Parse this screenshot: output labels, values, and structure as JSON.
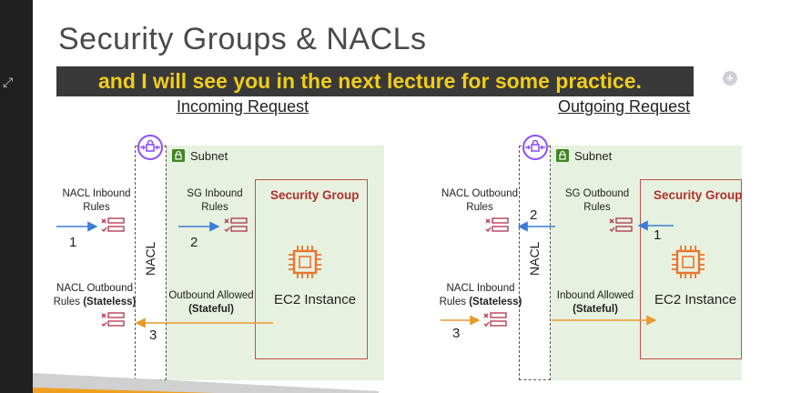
{
  "slide": {
    "title": "Security Groups & NACLs",
    "caption": "and I will see you in the next lecture for some practice."
  },
  "icons": {
    "expand": "expand-icon",
    "plus": "plus-circle-icon",
    "vpc": "vpc-icon",
    "subnet_lock": "lock-icon",
    "rules": "rules-icon",
    "ec2": "chip-icon"
  },
  "incoming": {
    "heading": "Incoming Request",
    "subnet_label": "Subnet",
    "nacl_label": "NACL",
    "sg_title": "Security Group",
    "ec2_label": "EC2 Instance",
    "nacl_inbound_label_1": "NACL Inbound",
    "nacl_inbound_label_2": "Rules",
    "sg_inbound_label_1": "SG Inbound",
    "sg_inbound_label_2": "Rules",
    "nacl_outbound_label_1": "NACL Outbound",
    "nacl_outbound_label_2": "Rules",
    "nacl_outbound_stateless": "(Stateless)",
    "outbound_allowed": "Outbound Allowed",
    "stateful": "(Stateful)",
    "step1": "1",
    "step2": "2",
    "step3": "3"
  },
  "outgoing": {
    "heading": "Outgoing Request",
    "subnet_label": "Subnet",
    "nacl_label": "NACL",
    "sg_title": "Security Group",
    "ec2_label": "EC2 Instance",
    "nacl_outbound_label_1": "NACL Outbound",
    "nacl_outbound_label_2": "Rules",
    "sg_outbound_label_1": "SG Outbound",
    "sg_outbound_label_2": "Rules",
    "nacl_inbound_label_1": "NACL Inbound",
    "nacl_inbound_label_2": "Rules",
    "nacl_inbound_stateless": "(Stateless)",
    "inbound_allowed": "Inbound Allowed",
    "stateful": "(Stateful)",
    "step1": "1",
    "step2": "2",
    "step3": "3"
  },
  "colors": {
    "caption_text": "#f0cc1b",
    "subnet_bg": "#e7f1e0",
    "sg_border": "#c0504d",
    "ec2_orange": "#e8762d",
    "vpc_purple": "#8c4fff",
    "rules_red": "#b0304a",
    "arrow_blue": "#3a7fd5",
    "arrow_orange": "#e89a2b"
  }
}
